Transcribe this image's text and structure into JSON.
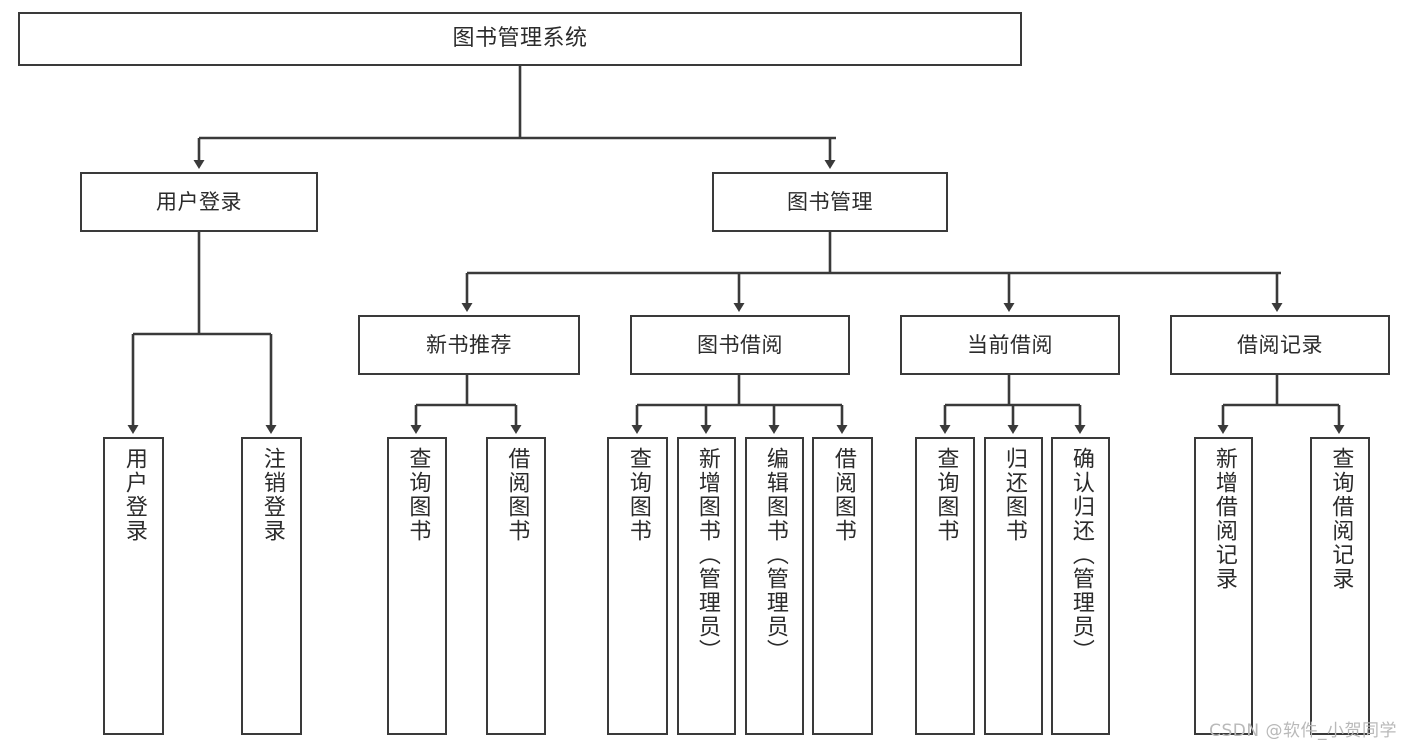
{
  "diagram": {
    "title": "图书管理系统",
    "type": "tree-hierarchy-diagram",
    "colors": {
      "box_border": "#3a3a3a",
      "box_fill": "#ffffff",
      "edge": "#3a3a3a",
      "text": "#2b2b2b",
      "watermark": "#b9b9b9",
      "background": "#ffffff"
    },
    "nodes": {
      "root": "图书管理系统",
      "level2": {
        "user_login": "用户登录",
        "book_manage": "图书管理"
      },
      "level3": {
        "new_book_recommend": "新书推荐",
        "book_borrow": "图书借阅",
        "current_borrow": "当前借阅",
        "borrow_record": "借阅记录"
      },
      "leaves": {
        "user_login_1": "用户登录",
        "user_login_2": "注销登录",
        "recommend_1": "查询图书",
        "recommend_2": "借阅图书",
        "borrow_1": "查询图书",
        "borrow_2": "新增图书（管理员）",
        "borrow_3": "编辑图书（管理员）",
        "borrow_4": "借阅图书",
        "current_1": "查询图书",
        "current_2": "归还图书",
        "current_3": "确认归还（管理员）",
        "record_1": "新增借阅记录",
        "record_2": "查询借阅记录"
      }
    }
  },
  "watermark": {
    "text": "CSDN @软件_小贺同学"
  }
}
